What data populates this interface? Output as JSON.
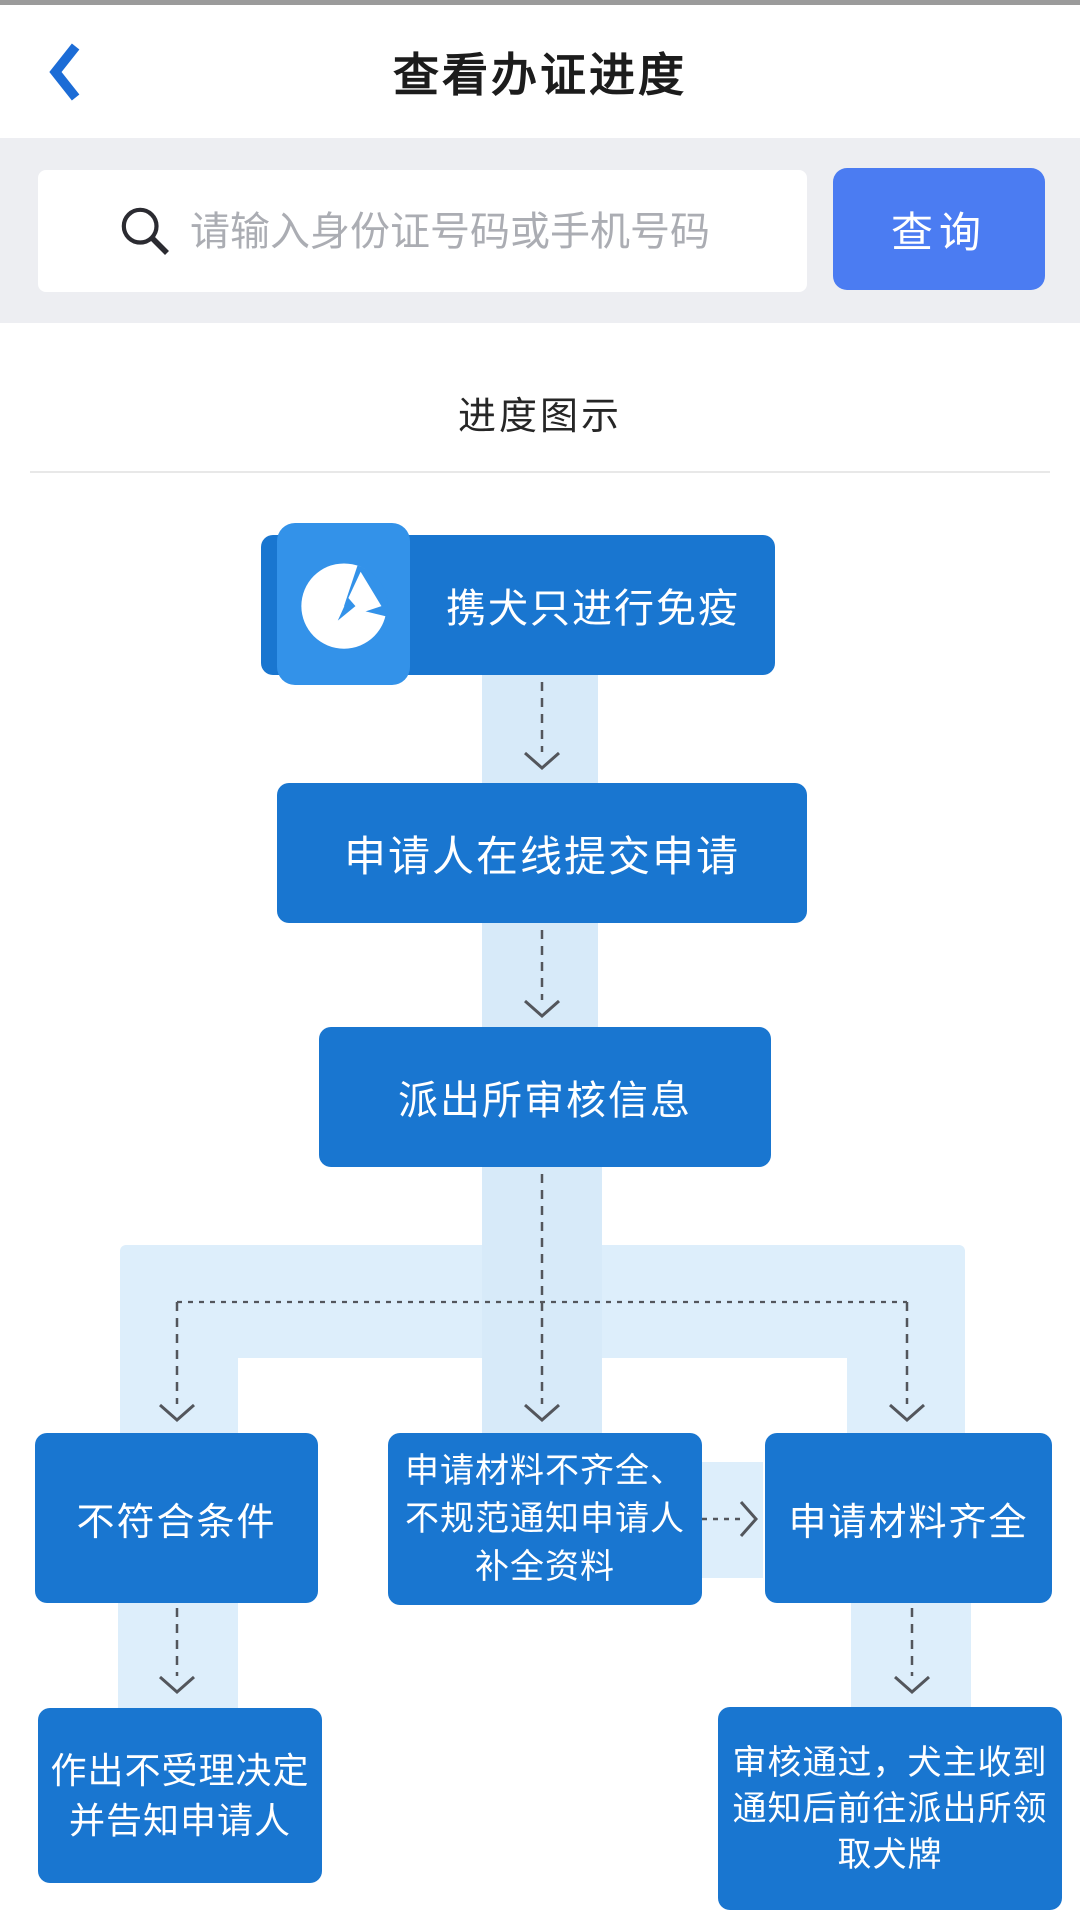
{
  "header": {
    "title": "查看办证进度"
  },
  "search": {
    "placeholder": "请输入身份证号码或手机号码",
    "button_label": "查询"
  },
  "progress": {
    "section_title": "进度图示",
    "nodes": {
      "step1": "携犬只进行免疫",
      "step2": "申请人在线提交申请",
      "step3": "派出所审核信息",
      "branch_left": "不符合条件",
      "branch_middle": "申请材料不齐全、\n不规范通知申请人\n补全资料",
      "branch_right": "申请材料齐全",
      "result_left": "作出不受理决定\n并告知申请人",
      "result_right": "审核通过，犬主收到\n通知后前往派出所领\n取犬牌"
    }
  },
  "icons": {
    "back": "chevron-left-icon",
    "search": "magnifier-icon",
    "step1_badge": "pen-edit-icon"
  },
  "colors": {
    "node_blue": "#1976d0",
    "badge_blue": "#3392e9",
    "button_blue": "#4b7cf2",
    "band_light": "#ddeefb",
    "band_narrow": "#d7eaf9",
    "dash_gray": "#53565c",
    "back_blue": "#1c6cd6"
  }
}
